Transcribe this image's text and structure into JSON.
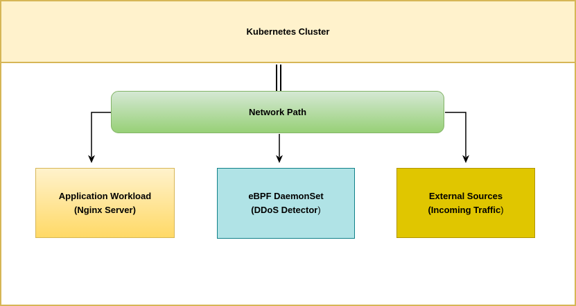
{
  "cluster": {
    "title": "Kubernetes Cluster"
  },
  "network_path": {
    "label": "Network Path"
  },
  "nodes": [
    {
      "id": "application-workload",
      "line1": "Application Workload",
      "line2": "(Nginx Server)",
      "line2_end": ""
    },
    {
      "id": "ebpf-daemonset",
      "line1": "eBPF DaemonSet",
      "line2": "(DDoS Detector",
      "line2_end": ")"
    },
    {
      "id": "external-sources",
      "line1": "External Sources",
      "line2": "(Incoming Traffic",
      "line2_end": ")"
    }
  ],
  "colors": {
    "cluster_fill": "#FFF2CC",
    "cluster_border": "#D6B656",
    "network_fill_top": "#D5E8D4",
    "network_fill_bottom": "#97D077",
    "network_border": "#82B366",
    "workload_fill_top": "#FFF2CC",
    "workload_fill_bottom": "#FFD966",
    "workload_border": "#D6B656",
    "ebpf_fill": "#B0E3E6",
    "ebpf_border": "#0E8088",
    "external_fill": "#E0C600",
    "external_border": "#B09500",
    "connector": "#000000"
  }
}
